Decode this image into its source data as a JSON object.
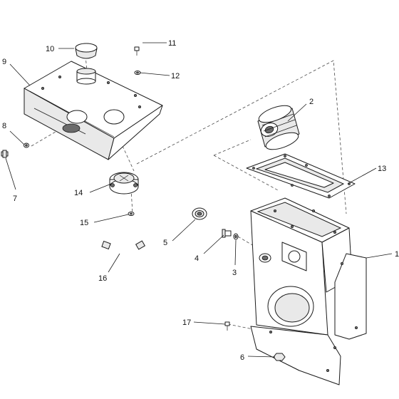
{
  "callouts": {
    "c1": "1",
    "c2": "2",
    "c3": "3",
    "c4": "4",
    "c5": "5",
    "c6": "6",
    "c7": "7",
    "c8": "8",
    "c9": "9",
    "c10": "10",
    "c11": "11",
    "c12": "12",
    "c13": "13",
    "c14": "14",
    "c15": "15",
    "c16": "16",
    "c17": "17"
  },
  "colors": {
    "line": "#1a1a1a",
    "shade": "#e9e9e9",
    "dark": "#6b6b6b"
  }
}
